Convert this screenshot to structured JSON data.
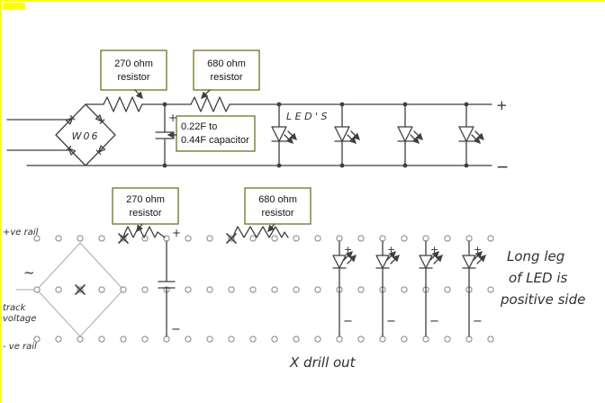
{
  "colors": {
    "ink": "#3f3f3f",
    "callout_border": "#7a7a33",
    "highlight": "#ffff00",
    "hole_ring": "#909090",
    "board_bridge": "#a9a9a9"
  },
  "schematic": {
    "bridge_label": "W06",
    "leds_label": "L E D ' S",
    "plus_terminal": "+",
    "minus_terminal": "−",
    "cap_plus": "+",
    "callout_r270": {
      "line1": "270 ohm",
      "line2": "resistor"
    },
    "callout_r680": {
      "line1": "680 ohm",
      "line2": "resistor"
    },
    "callout_cap": {
      "line1": "0.22F to",
      "line2": "0.44F capacitor"
    }
  },
  "board": {
    "pos_rail_label": "+ve rail",
    "neg_rail_label": "- ve rail",
    "ac_tilde": "~",
    "track_line1": "track",
    "track_line2": "voltage",
    "callout_r270": {
      "line1": "270 ohm",
      "line2": "resistor"
    },
    "callout_r680": {
      "line1": "680 ohm",
      "line2": "resistor"
    },
    "cap_plus": "+",
    "cap_minus": "−",
    "led_plus": "+",
    "led_minus": "−",
    "drill_note": "X  drill out",
    "note_line1": "Long leg",
    "note_line2": "of LED is",
    "note_line3": "positive side"
  }
}
